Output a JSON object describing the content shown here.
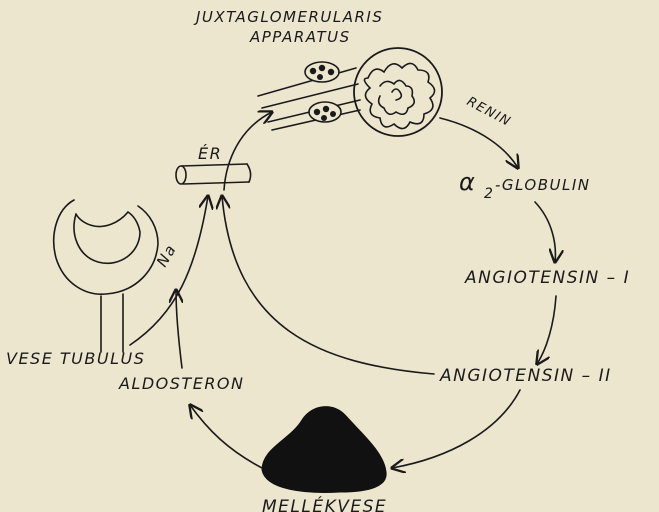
{
  "labels": {
    "juxta_line1": "JUXTAGLOMERULARIS",
    "juxta_line2": "APPARATUS",
    "er": "ÉR",
    "renin": "RENIN",
    "alpha_symbol": "α",
    "alpha_subscript": "2",
    "globulin": "-GLOBULIN",
    "angiotensin_1": "ANGIOTENSIN – I",
    "angiotensin_2": "ANGIOTENSIN – II",
    "mellekvese": "MELLÉKVESE",
    "aldosteron": "ALDOSTERON",
    "vese_tubulus": "VESE TUBULUS",
    "na": "Na"
  }
}
